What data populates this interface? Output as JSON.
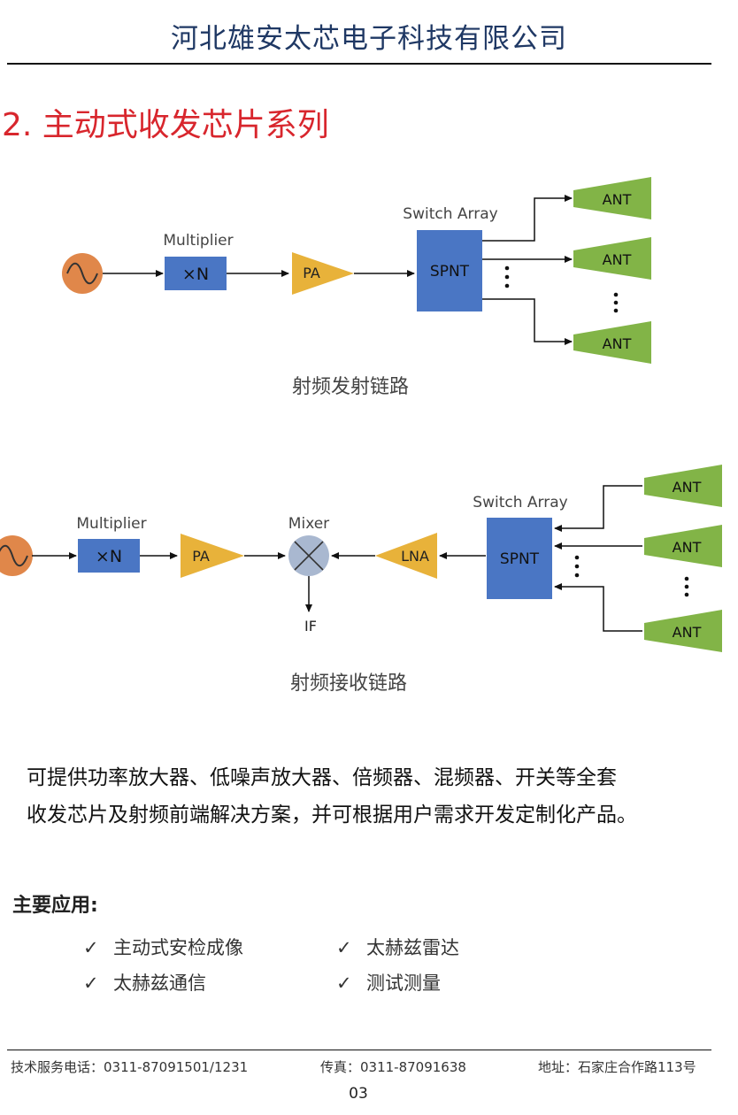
{
  "header": {
    "company": "河北雄安太芯电子科技有限公司"
  },
  "section": {
    "title": "2. 主动式收发芯片系列"
  },
  "tx_chain": {
    "multiplier_label": "Multiplier",
    "multiplier_text": "×N",
    "pa_text": "PA",
    "switch_array_label": "Switch Array",
    "switch_text": "SPNT",
    "ant_labels": [
      "ANT",
      "ANT",
      "ANT"
    ],
    "caption": "射频发射链路"
  },
  "rx_chain": {
    "multiplier_label": "Multiplier",
    "multiplier_text": "×N",
    "pa_text": "PA",
    "mixer_label": "Mixer",
    "if_label": "IF",
    "lna_text": "LNA",
    "switch_array_label": "Switch Array",
    "switch_text": "SPNT",
    "ant_labels": [
      "ANT",
      "ANT",
      "ANT"
    ],
    "caption": "射频接收链路"
  },
  "intro": {
    "line1": "可提供功率放大器、低噪声放大器、倍频器、混频器、开关等全套",
    "line2": "收发芯片及射频前端解决方案，并可根据用户需求开发定制化产品。"
  },
  "applications": {
    "heading": "主要应用:",
    "items": [
      "主动式安检成像",
      "太赫兹雷达",
      "太赫兹通信",
      "测试测量"
    ]
  },
  "footer": {
    "phone": "技术服务电话：0311-87091501/1231",
    "fax": "传真：0311-87091638",
    "address": "地址：石家庄合作路113号",
    "page": "03"
  },
  "colors": {
    "title_red": "#d8262d",
    "header_blue": "#1f3864",
    "block_blue": "#4a76c4",
    "amp_yellow": "#e8b23a",
    "ant_green": "#82b447",
    "source_orange": "#e0874a",
    "mixer_grey": "#a9b8d0"
  }
}
